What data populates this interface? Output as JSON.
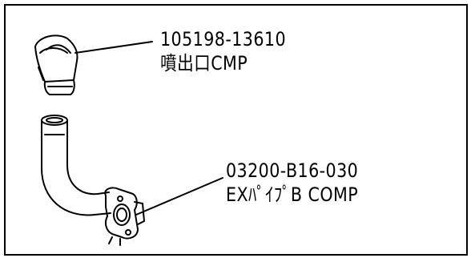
{
  "parts": [
    {
      "part_number": "105198-13610",
      "name": "噴出口CMP"
    },
    {
      "part_number": "03200-B16-030",
      "name": "EXﾊﾟｲﾌﾟB COMP"
    }
  ]
}
